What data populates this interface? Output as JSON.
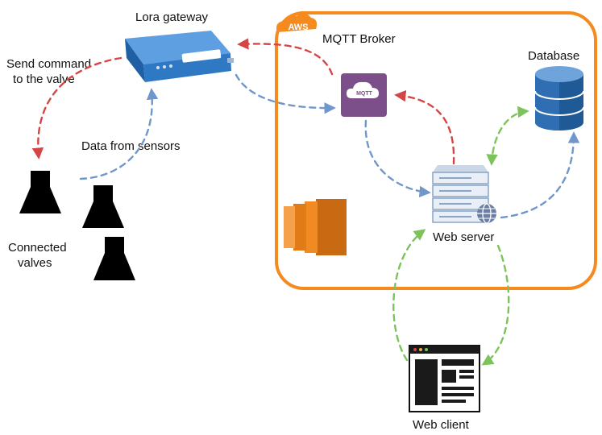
{
  "colors": {
    "aws_border": "#f58a1f",
    "command_arrow": "#d64545",
    "data_arrow": "#6f97c9",
    "web_arrow": "#7cc35b",
    "gateway": "#2f78c4",
    "mqtt": "#7d4f8a",
    "database": "#2f6eb3",
    "compute": "#f08a22",
    "valve": "#000000"
  },
  "labels": {
    "gateway": "Lora gateway",
    "send_command": [
      "Send command",
      "to the valve"
    ],
    "data_sensors": "Data from sensors",
    "valves": [
      "Connected",
      "valves"
    ],
    "aws": "AWS",
    "mqtt_broker": "MQTT Broker",
    "mqtt_icon": "MQTT",
    "database": "Database",
    "web_server": "Web server",
    "web_client": "Web client"
  },
  "icons": {
    "gateway": "lora-gateway-device-icon",
    "mqtt": "mqtt-cloud-icon",
    "database": "database-cylinder-icon",
    "server": "server-rack-icon",
    "globe": "globe-icon",
    "compute": "ec2-compute-icon",
    "client": "browser-window-icon",
    "valve": "valve-icon"
  }
}
